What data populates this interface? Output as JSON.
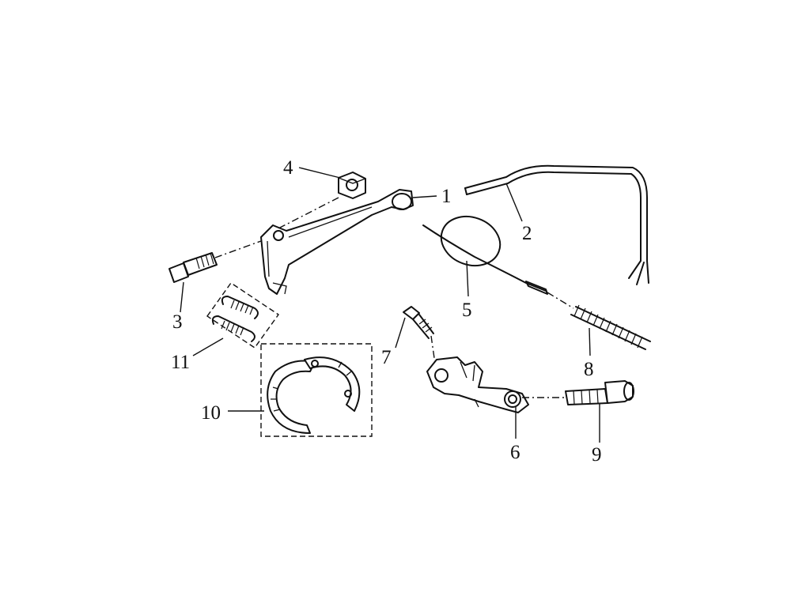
{
  "diagram": {
    "callouts": [
      {
        "id": "1",
        "label": "1"
      },
      {
        "id": "2",
        "label": "2"
      },
      {
        "id": "3",
        "label": "3"
      },
      {
        "id": "4",
        "label": "4"
      },
      {
        "id": "5",
        "label": "5"
      },
      {
        "id": "6",
        "label": "6"
      },
      {
        "id": "7",
        "label": "7"
      },
      {
        "id": "8",
        "label": "8"
      },
      {
        "id": "9",
        "label": "9"
      },
      {
        "id": "10",
        "label": "10"
      },
      {
        "id": "11",
        "label": "11"
      }
    ],
    "line_color": "#111111",
    "background": "#ffffff"
  }
}
